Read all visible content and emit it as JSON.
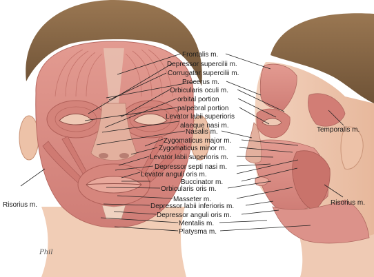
{
  "labels": {
    "frontalis": "Frontalis m.",
    "depressor_supercilii": "Depressor supercilii m.",
    "corrugator": "Corrugator supercilii m.",
    "procerus": "Procerus m.",
    "orbicularis_oculi": "Orbicularis oculi m.",
    "orbital_portion": "orbital portion",
    "palpebral_portion": "palpebral portion",
    "lev_labii_alaeque_1": "Levator labii superioris",
    "lev_labii_alaeque_2": "alaeque nasi m.",
    "nasalis": "Nasalis m.",
    "zyg_major": "Zygomaticus major m.",
    "zyg_minor": "Zygomaticus minor m.",
    "lev_labii": "Levator labii superioris m.",
    "dep_septi": "Depressor septi nasi m.",
    "lev_anguli": "Levator anguli oris m.",
    "buccinator": "Buccinator m.",
    "orbicularis_oris": "Orbicularis oris m.",
    "masseter": "Masseter m.",
    "dep_labii_inf": "Depressor labii inferioris m.",
    "dep_anguli": "Depressor anguli oris m.",
    "mentalis": "Mentalis m.",
    "platysma": "Platysma m.",
    "temporalis": "Temporalis m.",
    "risorius_left": "Risorius m.",
    "risorius_right": "Risorius m."
  },
  "signature": "Phil",
  "colors": {
    "muscle": "#d9867e",
    "muscle_dark": "#b85b55",
    "skin": "#f1cdb6",
    "hair": "#8b6a48",
    "leader": "#222222"
  }
}
